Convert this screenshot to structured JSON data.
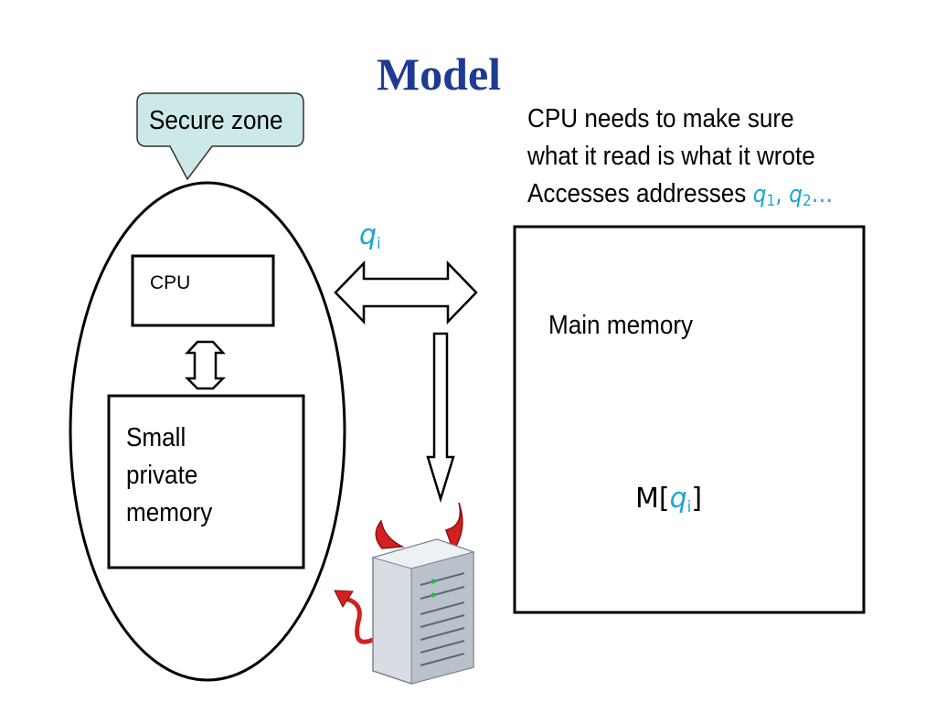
{
  "title": "Model",
  "callout": {
    "label": "Secure zone"
  },
  "note": {
    "line1": "CPU needs to make sure",
    "line2": "what it read is what it wrote",
    "line3_prefix": "Accesses addresses ",
    "q_symbol": "q",
    "q1_sub": "1",
    "q2_sub": "2",
    "line3_suffix": "…"
  },
  "cpu": {
    "label": "CPU"
  },
  "private_memory": {
    "line1": "Small",
    "line2": "private",
    "line3": "memory"
  },
  "transfer": {
    "q_symbol": "q",
    "sub": "i"
  },
  "main_memory": {
    "label": "Main memory",
    "cell_prefix": "M[",
    "cell_q": "q",
    "cell_sub": "i",
    "cell_suffix": "]"
  },
  "colors": {
    "title": "#1f3a93",
    "address": "#1aa5d6",
    "callout_fill": "#cde8e8",
    "devil": "#d42020"
  },
  "icons": {
    "adversary": "devil-server-icon"
  }
}
